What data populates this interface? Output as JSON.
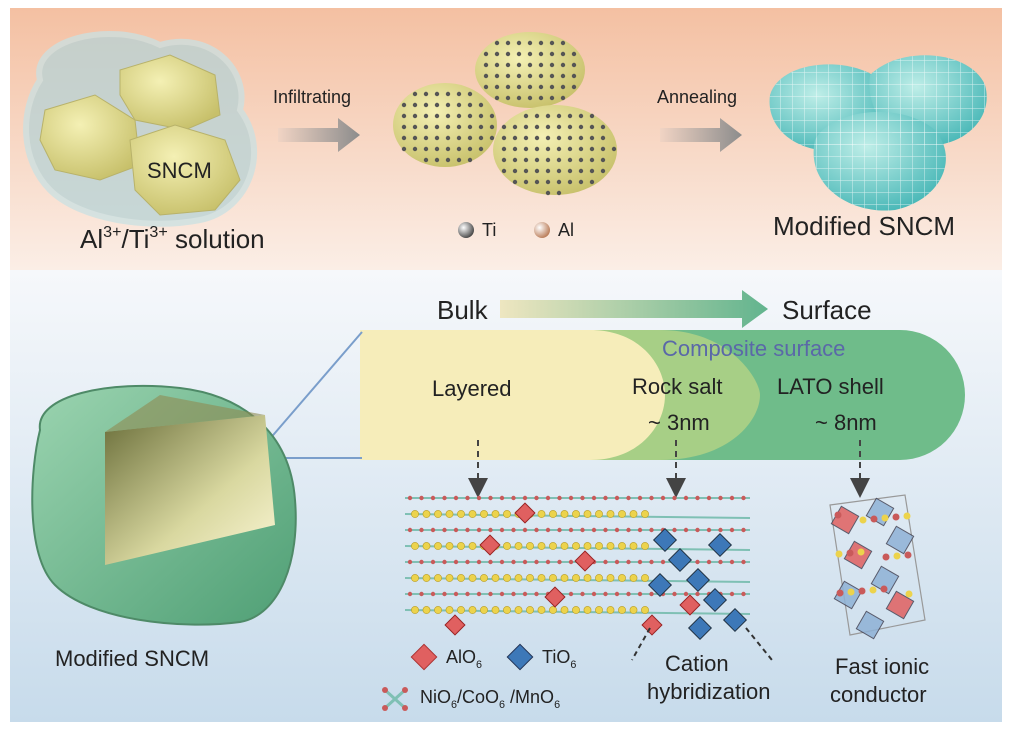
{
  "top": {
    "solution_label_prefix": "Al",
    "solution_sup1": "3+",
    "solution_mid": "/Ti",
    "solution_sup2": "3+",
    "solution_suffix": " solution",
    "core_label": "SNCM",
    "step1_label": "Infiltrating",
    "step2_label": "Annealing",
    "legend_ti": "Ti",
    "legend_al": "Al",
    "modified_label": "Modified SNCM"
  },
  "bottom": {
    "bulk_label": "Bulk",
    "surface_label": "Surface",
    "composite_label": "Composite surface",
    "layered_label": "Layered",
    "rocksalt_label": "Rock salt",
    "rocksalt_thickness": "~ 3nm",
    "lato_label": "LATO shell",
    "lato_thickness": "~ 8nm",
    "particle_label": "Modified SNCM",
    "legend_alo": "AlO",
    "legend_alo_sub": "6",
    "legend_tio": "TiO",
    "legend_tio_sub": "6",
    "legend_ni": "NiO",
    "legend_ni_sub": "6",
    "legend_co": "/CoO",
    "legend_co_sub": "6",
    "legend_mn": " /MnO",
    "legend_mn_sub": "6",
    "cation_line1": "Cation",
    "cation_line2": "hybridization",
    "fast_line1": "Fast ionic",
    "fast_line2": "conductor"
  },
  "colors": {
    "top_bg": "#f5c9ad",
    "bottom_bg": "#cfe0ee",
    "layered": "#f6edba",
    "rocksalt": "#a7cf86",
    "lato": "#6fbc8a",
    "alo6": "#e06060",
    "tio6": "#3d78b8",
    "nio6": "#7fc0b4",
    "atom_yellow": "#ecd34c",
    "particle_green": "#7fbf98"
  }
}
